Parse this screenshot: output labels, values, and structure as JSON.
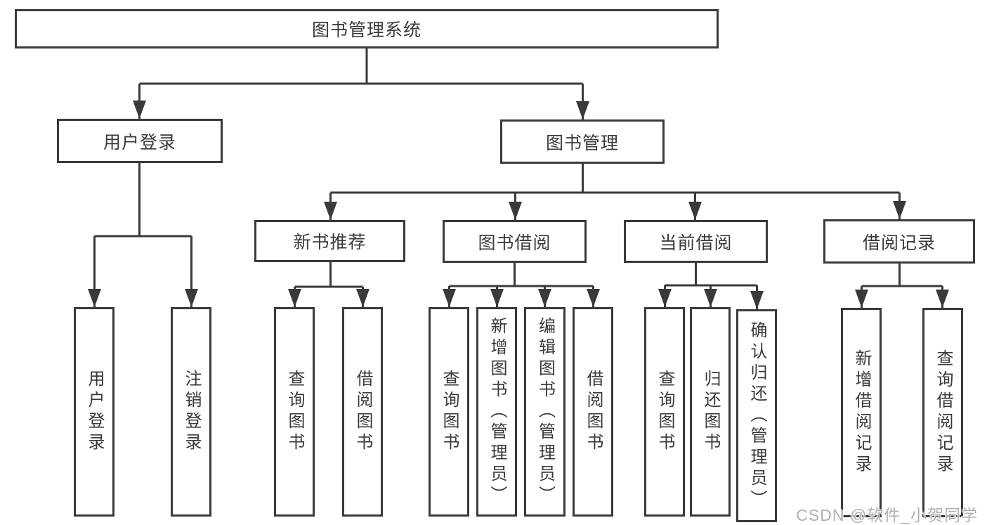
{
  "colors": {
    "line": "#3a3a3a",
    "text": "#3a3a3a",
    "box_background": "#ffffff",
    "watermark": "#b0b0b0"
  },
  "tree": {
    "label": "图书管理系统",
    "children": [
      {
        "label": "用户登录",
        "children": [
          {
            "label": "用户登录"
          },
          {
            "label": "注销登录"
          }
        ]
      },
      {
        "label": "图书管理",
        "children": [
          {
            "label": "新书推荐",
            "children": [
              {
                "label": "查询图书"
              },
              {
                "label": "借阅图书"
              }
            ]
          },
          {
            "label": "图书借阅",
            "children": [
              {
                "label": "查询图书"
              },
              {
                "label": "新增图书（管理员）"
              },
              {
                "label": "编辑图书（管理员）"
              },
              {
                "label": "借阅图书"
              }
            ]
          },
          {
            "label": "当前借阅",
            "children": [
              {
                "label": "查询图书"
              },
              {
                "label": "归还图书"
              },
              {
                "label": "确认归还（管理员）"
              }
            ]
          },
          {
            "label": "借阅记录",
            "children": [
              {
                "label": "新增借阅记录"
              },
              {
                "label": "查询借阅记录"
              }
            ]
          }
        ]
      }
    ]
  },
  "watermark": {
    "text": "CSDN @软件_小贺同学"
  }
}
